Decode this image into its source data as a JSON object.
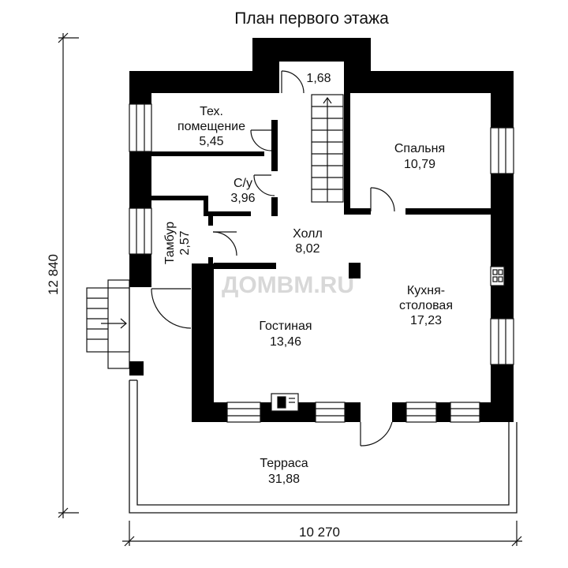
{
  "title": "План первого этажа",
  "colors": {
    "wall": "#000000",
    "line": "#111111",
    "watermark": "#d8d8d8",
    "background": "#ffffff"
  },
  "rooms": [
    {
      "id": "tech",
      "name_lines": [
        "Тех.",
        "помещение"
      ],
      "area": "5,45"
    },
    {
      "id": "stair",
      "name_lines": [],
      "area": "1,68"
    },
    {
      "id": "bedroom",
      "name_lines": [
        "Спальня"
      ],
      "area": "10,79"
    },
    {
      "id": "wc",
      "name_lines": [
        "С/у"
      ],
      "area": "3,96"
    },
    {
      "id": "hall",
      "name_lines": [
        "Холл"
      ],
      "area": "8,02"
    },
    {
      "id": "vestibule",
      "name_lines": [
        "Тамбур"
      ],
      "area": "2,57"
    },
    {
      "id": "kitchen",
      "name_lines": [
        "Кухня-",
        "столовая"
      ],
      "area": "17,23"
    },
    {
      "id": "living",
      "name_lines": [
        "Гостиная"
      ],
      "area": "13,46"
    },
    {
      "id": "terrace",
      "name_lines": [
        "Терраса"
      ],
      "area": "31,88"
    }
  ],
  "dimensions": {
    "width": "10 270",
    "height": "12 840"
  },
  "watermark": "ДОМВМ.RU"
}
